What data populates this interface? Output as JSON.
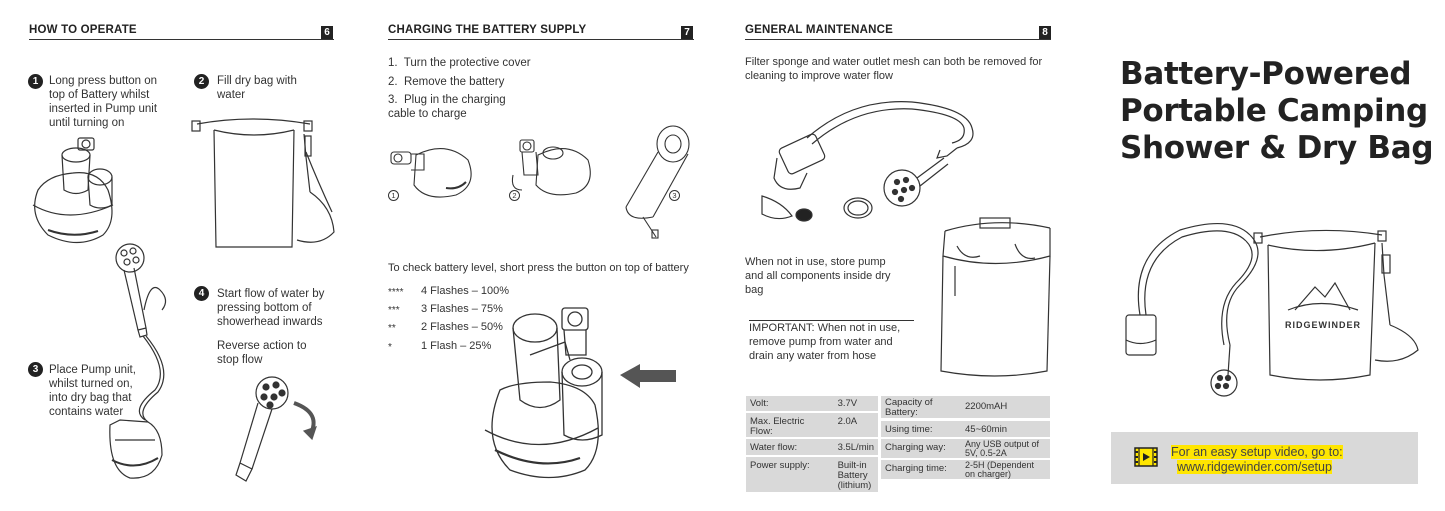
{
  "section1": {
    "title": "HOW TO OPERATE",
    "page": "6",
    "steps": [
      {
        "num": "1",
        "text": "Long press button on top of Battery whilst inserted in Pump unit until turning on"
      },
      {
        "num": "2",
        "text": "Fill dry bag with water"
      },
      {
        "num": "3",
        "text": "Place Pump unit, whilst turned on, into dry bag that contains water"
      },
      {
        "num": "4",
        "text": "Start flow of water by pressing bottom of showerhead inwards",
        "extra": "Reverse action to stop flow"
      }
    ]
  },
  "section2": {
    "title": "CHARGING THE BATTERY SUPPLY",
    "page": "7",
    "steps": [
      "1.  Turn the protective cover",
      "2.  Remove the battery",
      "3.  Plug in the charging cable to charge"
    ],
    "figure_labels": [
      "1",
      "2",
      "3"
    ],
    "check_text": "To check battery level, short press the button on top of battery",
    "levels": [
      {
        "stars": "****",
        "text": "4 Flashes – 100%"
      },
      {
        "stars": "***",
        "text": "3 Flashes – 75%"
      },
      {
        "stars": "**",
        "text": "2 Flashes – 50%"
      },
      {
        "stars": "*",
        "text": "1 Flash – 25%"
      }
    ]
  },
  "section3": {
    "title": "GENERAL MAINTENANCE",
    "page": "8",
    "intro": "Filter sponge and water outlet mesh can both be removed for cleaning to improve water flow",
    "store_text": "When not in use, store pump and all components inside dry bag",
    "important": "IMPORTANT: When not in use, remove pump from water and drain any water from hose",
    "specs_left": [
      {
        "label": "Volt:",
        "value": "3.7V"
      },
      {
        "label": "Max. Electric Flow:",
        "value": "2.0A"
      },
      {
        "label": "Water flow:",
        "value": "3.5L/min"
      },
      {
        "label": "Power supply:",
        "value": "Built-in Battery (lithium)"
      }
    ],
    "specs_right": [
      {
        "label": "Capacity of Battery:",
        "value": "2200mAH"
      },
      {
        "label": "Using time:",
        "value": "45~60min"
      },
      {
        "label": "Charging way:",
        "value": "Any USB output of 5V, 0.5-2A"
      },
      {
        "label": "Charging time:",
        "value": "2-5H (Dependent on charger)"
      }
    ]
  },
  "cover": {
    "title_lines": [
      "Battery-Powered",
      "Portable Camping",
      "Shower & Dry Bag"
    ],
    "brand": "RIDGEWINDER",
    "video_line1": "For an easy setup video, go to:",
    "video_line2": "www.ridgewinder.com/setup",
    "highlight_color": "#ffe600",
    "banner_color": "#d9d9d9",
    "video_icon": "film-icon"
  }
}
